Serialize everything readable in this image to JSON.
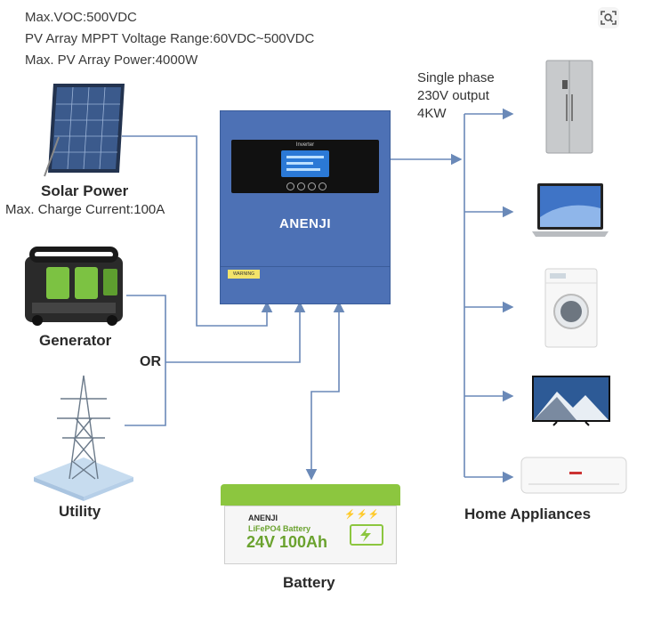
{
  "specs": {
    "line1": "Max.VOC:500VDC",
    "line2": "PV Array MPPT Voltage Range:60VDC~500VDC",
    "line3": "Max. PV Array Power:4000W"
  },
  "sources": {
    "solar_label": "Solar Power",
    "solar_sub": "Max. Charge Current:100A",
    "generator_label": "Generator",
    "or_label": "OR",
    "utility_label": "Utility"
  },
  "inverter": {
    "brand": "ANENJI",
    "screen_title": "Inverter",
    "warning": "WARNING"
  },
  "output": {
    "line1": "Single phase",
    "line2": "230V output",
    "line3": "4KW"
  },
  "appliances_label": "Home Appliances",
  "battery": {
    "brand": "ANENJI",
    "type": "LiFePO4 Battery",
    "spec": "24V 100Ah",
    "label": "Battery"
  },
  "colors": {
    "line": "#6a89b8",
    "inverter_body": "#4d71b5",
    "battery_green": "#8cc63f"
  },
  "icons": {
    "lens": "visual-search-icon"
  }
}
